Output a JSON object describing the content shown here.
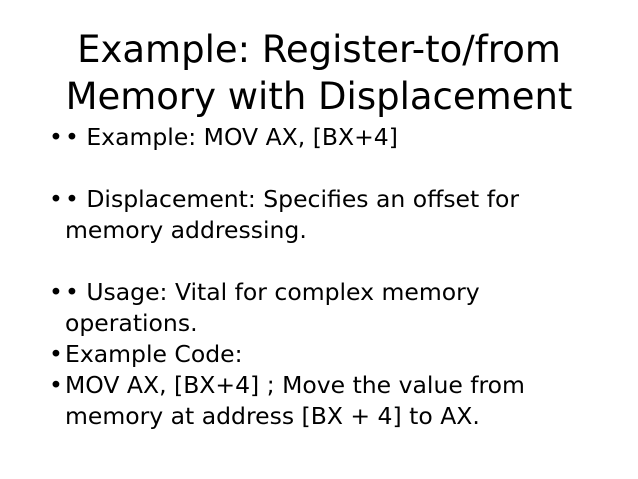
{
  "slide": {
    "title_line1": "Example: Register-to/from",
    "title_line2": "Memory with Displacement",
    "bullet_glyph": "•",
    "bullets": [
      {
        "text": "• Example: MOV AX, [BX+4]"
      },
      {
        "text": "• Displacement: Specifies an offset for memory addressing."
      },
      {
        "text": "• Usage: Vital for complex memory operations."
      },
      {
        "text": "Example Code:"
      },
      {
        "text": "MOV AX, [BX+4]  ; Move the value from memory at address [BX + 4] to AX."
      }
    ]
  }
}
